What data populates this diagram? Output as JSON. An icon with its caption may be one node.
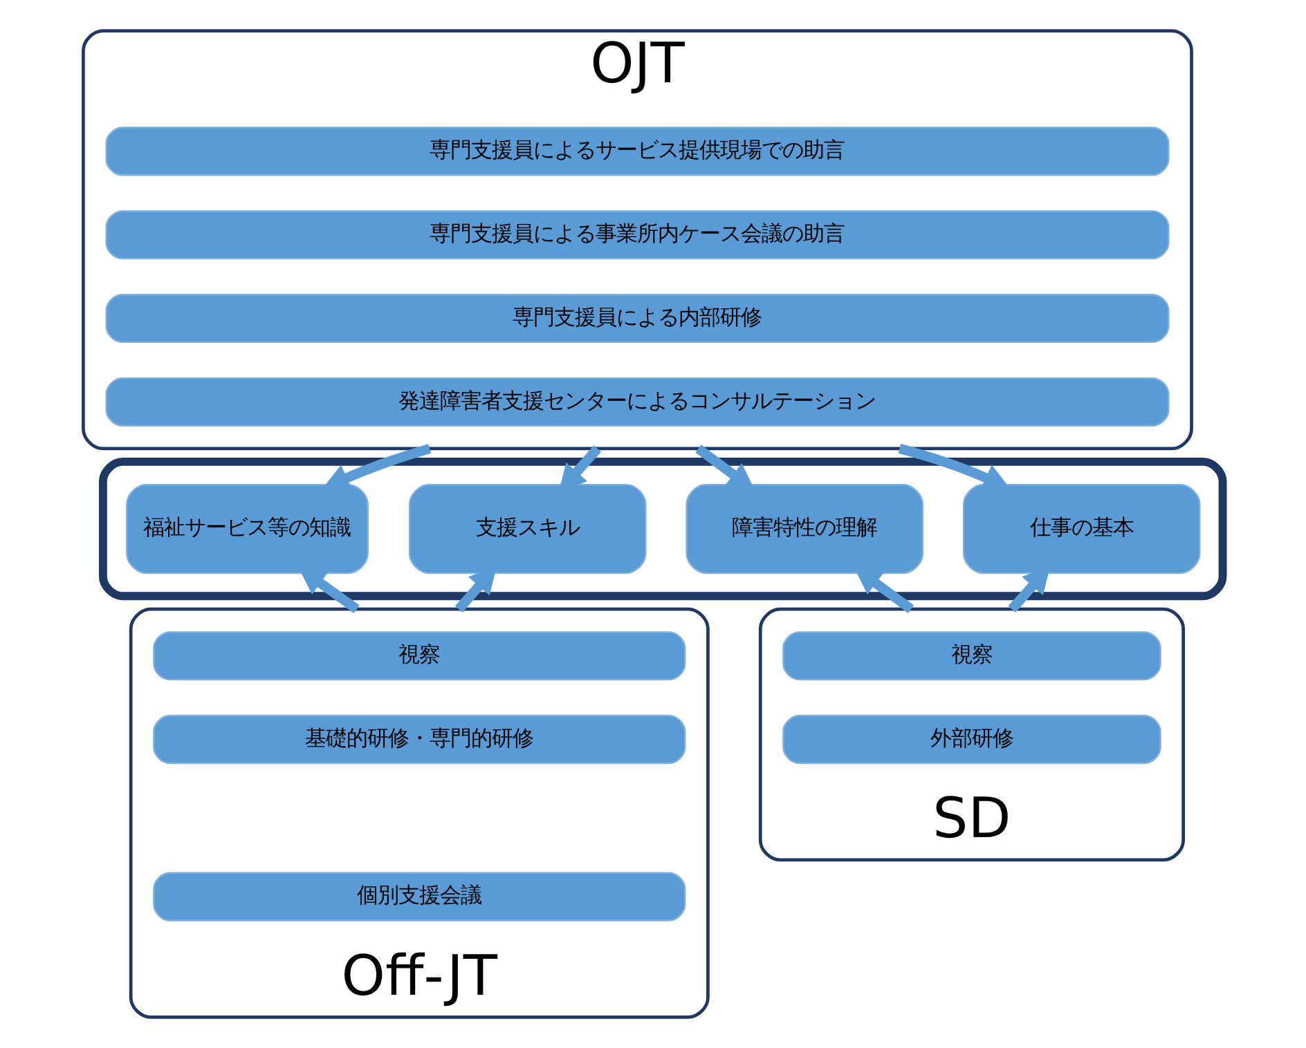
{
  "diagram": {
    "nodes": [
      {
        "text": [
          "OJT"
        ]
      },
      {
        "text": [
          "専門支援員によるサービス提供現場での助言"
        ],
        "in": 0
      },
      {
        "text": [
          "専門支援員による事業所内ケース会議の助言"
        ],
        "in": 0
      },
      {
        "text": [
          "専門支援員による内部研修"
        ],
        "in": 0
      },
      {
        "text": [
          "発達障害者支援センターによるコンサルテーション"
        ],
        "in": 0
      },
      {
        "text": [],
        "shape": "box"
      },
      {
        "text": [
          "福祉サービス等の知識"
        ],
        "in": 5
      },
      {
        "text": [
          "支援スキル"
        ],
        "in": 5
      },
      {
        "text": [
          "障害特性の理解"
        ],
        "in": 5
      },
      {
        "text": [
          "仕事の基本"
        ],
        "in": 5
      },
      {
        "text": [
          "Off-JT"
        ]
      },
      {
        "text": [
          "視察"
        ],
        "in": 10
      },
      {
        "text": [
          "基礎的研修・専門的研修"
        ],
        "in": 10
      },
      {
        "text": [
          "個別支援会議"
        ],
        "in": 10
      },
      {
        "text": [
          "SD"
        ]
      },
      {
        "text": [
          "視察"
        ],
        "in": 14
      },
      {
        "text": [
          "外部研修"
        ],
        "in": 14
      }
    ],
    "edges": [
      {
        "from": 0,
        "to": 6,
        "arrow": "to"
      },
      {
        "from": 0,
        "to": 7,
        "arrow": "to"
      },
      {
        "from": 0,
        "to": 8,
        "arrow": "to"
      },
      {
        "from": 0,
        "to": 9,
        "arrow": "to"
      },
      {
        "from": 10,
        "to": 6,
        "arrow": "to"
      },
      {
        "from": 10,
        "to": 7,
        "arrow": "to"
      },
      {
        "from": 14,
        "to": 8,
        "arrow": "to"
      },
      {
        "from": 14,
        "to": 9,
        "arrow": "to"
      }
    ]
  }
}
